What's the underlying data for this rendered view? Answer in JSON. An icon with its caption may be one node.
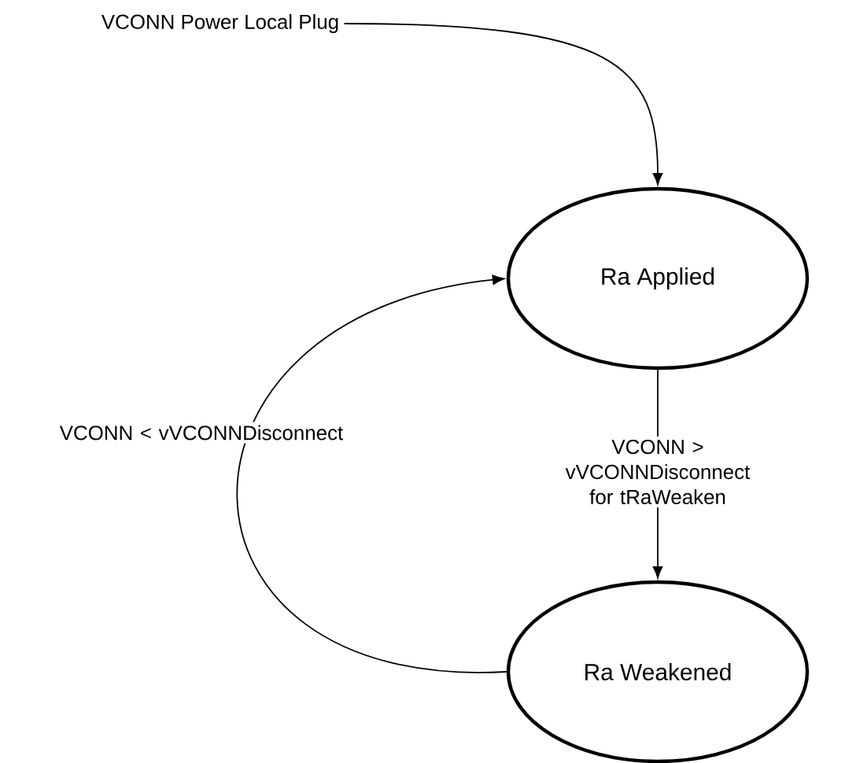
{
  "diagram": {
    "nodes": [
      {
        "text": [
          "VCONN Power Local Plug"
        ]
      },
      {
        "text": [
          "Ra Applied"
        ]
      },
      {
        "text": [
          "Ra Weakened"
        ]
      }
    ],
    "edges": [
      {
        "from": 0,
        "to": 1,
        "arrow": "to"
      },
      {
        "from": 1,
        "to": 2,
        "arrow": "to",
        "label": "VCONN > vVCONNDisconnect for tRaWeaken"
      },
      {
        "from": 2,
        "to": 1,
        "arrow": "to",
        "label": "VCONN < vVCONNDisconnect"
      }
    ]
  }
}
